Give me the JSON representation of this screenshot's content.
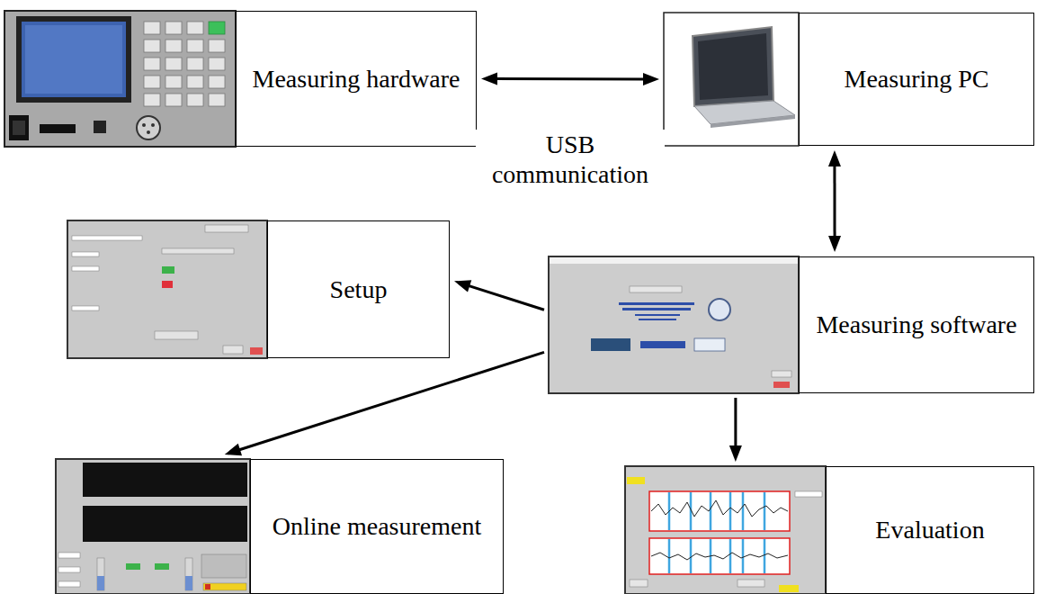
{
  "diagram": {
    "nodes": [
      {
        "text": [
          "Measuring hardware"
        ]
      },
      {
        "text": [
          "Measuring PC"
        ]
      },
      {
        "text": [
          "Setup"
        ]
      },
      {
        "text": [
          "Measuring software"
        ]
      },
      {
        "text": [
          "Online measurement"
        ]
      },
      {
        "text": [
          "Evaluation"
        ]
      }
    ],
    "edges": [
      {
        "from": 0,
        "to": 1,
        "label": "USB communication",
        "arrow": "both"
      },
      {
        "from": 1,
        "to": 3,
        "arrow": "both"
      },
      {
        "from": 3,
        "to": 2,
        "arrow": "to"
      },
      {
        "from": 3,
        "to": 4,
        "arrow": "to"
      },
      {
        "from": 3,
        "to": 5,
        "arrow": "to"
      }
    ]
  }
}
